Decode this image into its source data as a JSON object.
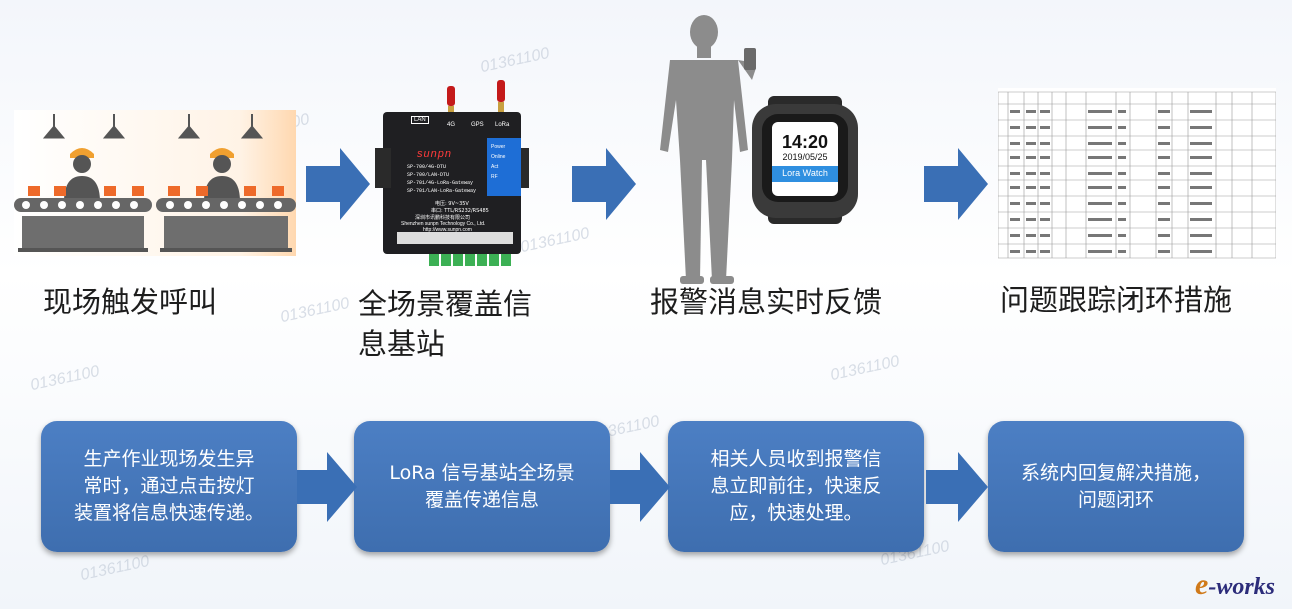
{
  "steps": [
    {
      "label": "现场触发呼叫"
    },
    {
      "label_line1": "全场景覆盖信",
      "label_line2": "息基站"
    },
    {
      "label": "报警消息实时反馈"
    },
    {
      "label": "问题跟踪闭环措施"
    }
  ],
  "boxes": [
    {
      "line1": "生产作业现场发生异",
      "line2": "常时，通过点击按灯",
      "line3": "装置将信息快速传递。"
    },
    {
      "line1": "LoRa 信号基站全场景",
      "line2": "覆盖传递信息"
    },
    {
      "line1": "相关人员收到报警信",
      "line2": "息立即前往，快速反",
      "line3": "应，快速处理。"
    },
    {
      "line1": "系统内回复解决措施，",
      "line2": "问题闭环"
    }
  ],
  "device": {
    "brand": "sunpn",
    "ports": [
      "LAN",
      "4G",
      "GPS",
      "LoRa"
    ],
    "leds": [
      "Power",
      "Online",
      "Act",
      "RF"
    ],
    "models": [
      "SP-700/4G-DTU",
      "SP-700/LAN-DTU",
      "SP-701/4G-LoRa-Gateway",
      "SP-701/LAN-LoRa-Gateway"
    ],
    "power": "电压: 9V~35V",
    "serial": "串口: TTL/RS232/RS485",
    "company_cn": "深圳市讯鹏科技有限公司",
    "company_en": "Shenzhen sunpn Technology Co., Ltd.",
    "url": "http://www.sunpn.com"
  },
  "watch": {
    "time": "14:20",
    "date": "2019/05/25",
    "label": "Lora Watch"
  },
  "watermark": "01361100",
  "logo": {
    "prefix": "e",
    "text": "-works"
  },
  "colors": {
    "arrow": "#3a6fb5",
    "box": "#4574b8",
    "label": "#1d1d1d"
  }
}
